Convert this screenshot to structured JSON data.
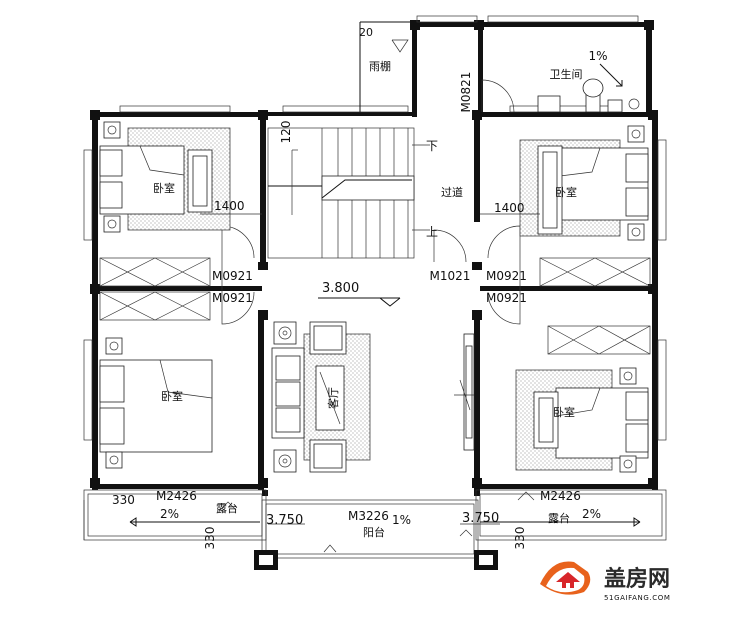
{
  "rooms": {
    "bedroom_tl": "卧室",
    "bedroom_tr": "卧室",
    "bedroom_bl": "卧室",
    "bedroom_br": "卧室",
    "living": "客厅",
    "corridor": "过道",
    "bathroom": "卫生间",
    "canopy": "雨棚",
    "balcony": "阳台",
    "terrace_l": "露台",
    "terrace_r": "露台"
  },
  "doors": {
    "m0821": "M0821",
    "m1021": "M1021",
    "m0921_a": "M0921",
    "m0921_b": "M0921",
    "m0921_c": "M0921",
    "m0921_d": "M0921",
    "m2426_l": "M2426",
    "m2426_r": "M2426",
    "m3226": "M3226"
  },
  "dimensions": {
    "d1400_l": "1400",
    "d1400_r": "1400",
    "d120": "120",
    "d20": "20",
    "d330_l": "330",
    "d330_bl": "330",
    "d330_br": "330"
  },
  "levels": {
    "floor": "3.800",
    "terrace_l": "3.750",
    "terrace_r": "3.750"
  },
  "slopes": {
    "bath": "1%",
    "terrace_l": "2%",
    "terrace_r": "2%",
    "balcony": "1%"
  },
  "stairs": {
    "down": "下",
    "up": "上"
  },
  "logo": {
    "name": "盖房网",
    "url_text": "51GAIFANG.COM"
  },
  "colors": {
    "logo_orange": "#e8621c",
    "logo_red": "#d8262a",
    "logo_text": "#2b2b2b"
  }
}
